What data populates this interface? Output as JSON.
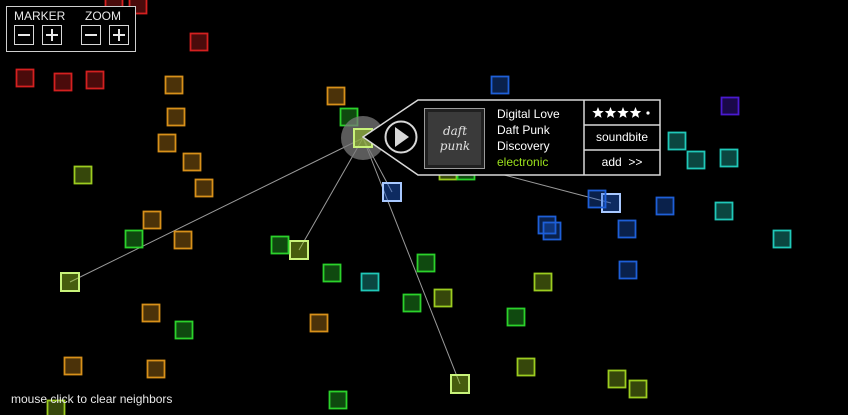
{
  "controls": {
    "marker_label": "MARKER",
    "zoom_label": "ZOOM"
  },
  "track": {
    "title": "Digital Love",
    "artist": "Daft Punk",
    "album": "Discovery",
    "genre": "electronic",
    "cover_text": "daft punk",
    "rating": 4,
    "rating_max": 4,
    "soundbite_label": "soundbite",
    "add_label": "add  >>"
  },
  "footer": {
    "hint": "mouse click to clear neighbors"
  },
  "colors": {
    "red": "#d42020",
    "orange": "#d8901a",
    "green": "#2bd22b",
    "yellowgreen": "#9ccc20",
    "teal": "#20c8b8",
    "blue": "#1e5fd8",
    "purple": "#4a1ad0",
    "highlight_green": "#c8f27a",
    "highlight_blue": "#a8c8ff",
    "genre": "#9be01c"
  }
}
